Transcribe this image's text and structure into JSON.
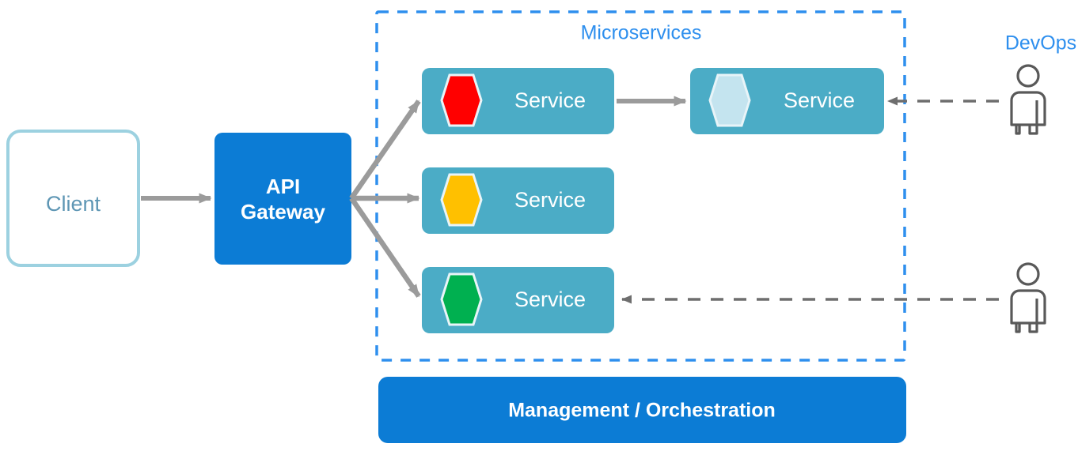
{
  "diagram": {
    "title_group": "Microservices",
    "colors": {
      "gateway_blue": "#0C7CD5",
      "management_blue": "#0C7CD5",
      "service_teal": "#4BACC6",
      "client_border": "#9CD1E0",
      "client_text": "#5E96B4",
      "group_label_blue": "#2E8FEE",
      "dashed_border_blue": "#2E8FEE",
      "arrow_gray": "#9B9B9B",
      "hex_red": "#FF0000",
      "hex_amber": "#FFC000",
      "hex_green": "#00B050",
      "hex_lightblue": "#C4E4EF",
      "person_outline": "#595959",
      "white": "#FFFFFF"
    },
    "nodes": {
      "client": {
        "label": "Client",
        "shape": "rounded-rect-outline"
      },
      "api_gateway": {
        "label_line1": "API",
        "label_line2": "Gateway",
        "shape": "rounded-rect-filled"
      },
      "management": {
        "label": "Management / Orchestration",
        "shape": "rounded-rect-filled"
      }
    },
    "group_box": {
      "label": "Microservices",
      "border_style": "dashed"
    },
    "services": [
      {
        "id": "service-1",
        "label": "Service",
        "hex_color": "#FF0000",
        "hex_name": "red-hexagon-icon"
      },
      {
        "id": "service-2",
        "label": "Service",
        "hex_color": "#C4E4EF",
        "hex_name": "lightblue-hexagon-icon"
      },
      {
        "id": "service-3",
        "label": "Service",
        "hex_color": "#FFC000",
        "hex_name": "amber-hexagon-icon"
      },
      {
        "id": "service-4",
        "label": "Service",
        "hex_color": "#00B050",
        "hex_name": "green-hexagon-icon"
      }
    ],
    "actors": [
      {
        "id": "devops-actor-top",
        "label": "DevOps",
        "icon": "person-icon",
        "has_label": true
      },
      {
        "id": "devops-actor-bottom",
        "label": "",
        "icon": "person-icon",
        "has_label": false
      }
    ],
    "connections": [
      {
        "from": "client",
        "to": "api-gateway",
        "style": "solid",
        "direction": "forward"
      },
      {
        "from": "api-gateway",
        "to": "service-1",
        "style": "solid",
        "direction": "forward"
      },
      {
        "from": "api-gateway",
        "to": "service-3",
        "style": "solid",
        "direction": "forward"
      },
      {
        "from": "api-gateway",
        "to": "service-4",
        "style": "solid",
        "direction": "forward"
      },
      {
        "from": "service-1",
        "to": "service-2",
        "style": "solid",
        "direction": "forward"
      },
      {
        "from": "devops-actor-top",
        "to": "service-2",
        "style": "dashed",
        "direction": "forward"
      },
      {
        "from": "devops-actor-bottom",
        "to": "service-4",
        "style": "dashed",
        "direction": "forward"
      }
    ]
  }
}
